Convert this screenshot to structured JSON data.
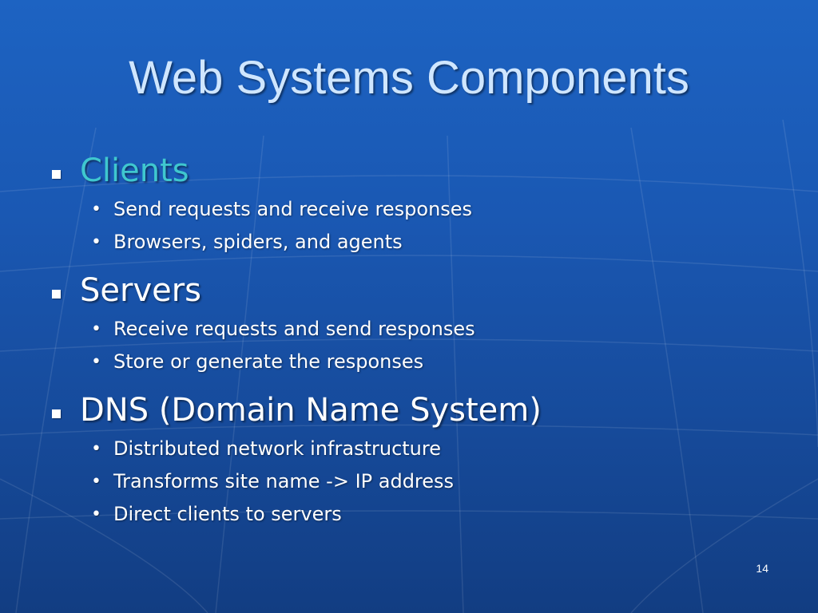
{
  "slide": {
    "title": "Web Systems Components",
    "number": "14",
    "colors": {
      "background": "#1a58b3",
      "title": "#cfe6ff",
      "accent": "#3fc7cf",
      "text": "#ffffff"
    },
    "groups": [
      {
        "heading": "Clients",
        "accent": true,
        "items": [
          "Send requests and receive responses",
          "Browsers, spiders, and agents"
        ]
      },
      {
        "heading": "Servers",
        "accent": false,
        "items": [
          "Receive requests and send responses",
          "Store or generate the responses"
        ]
      },
      {
        "heading": "DNS (Domain Name System)",
        "accent": false,
        "items": [
          "Distributed network infrastructure",
          "Transforms site name -> IP address",
          "Direct clients to servers"
        ]
      }
    ],
    "bullet_glyph": "•"
  }
}
